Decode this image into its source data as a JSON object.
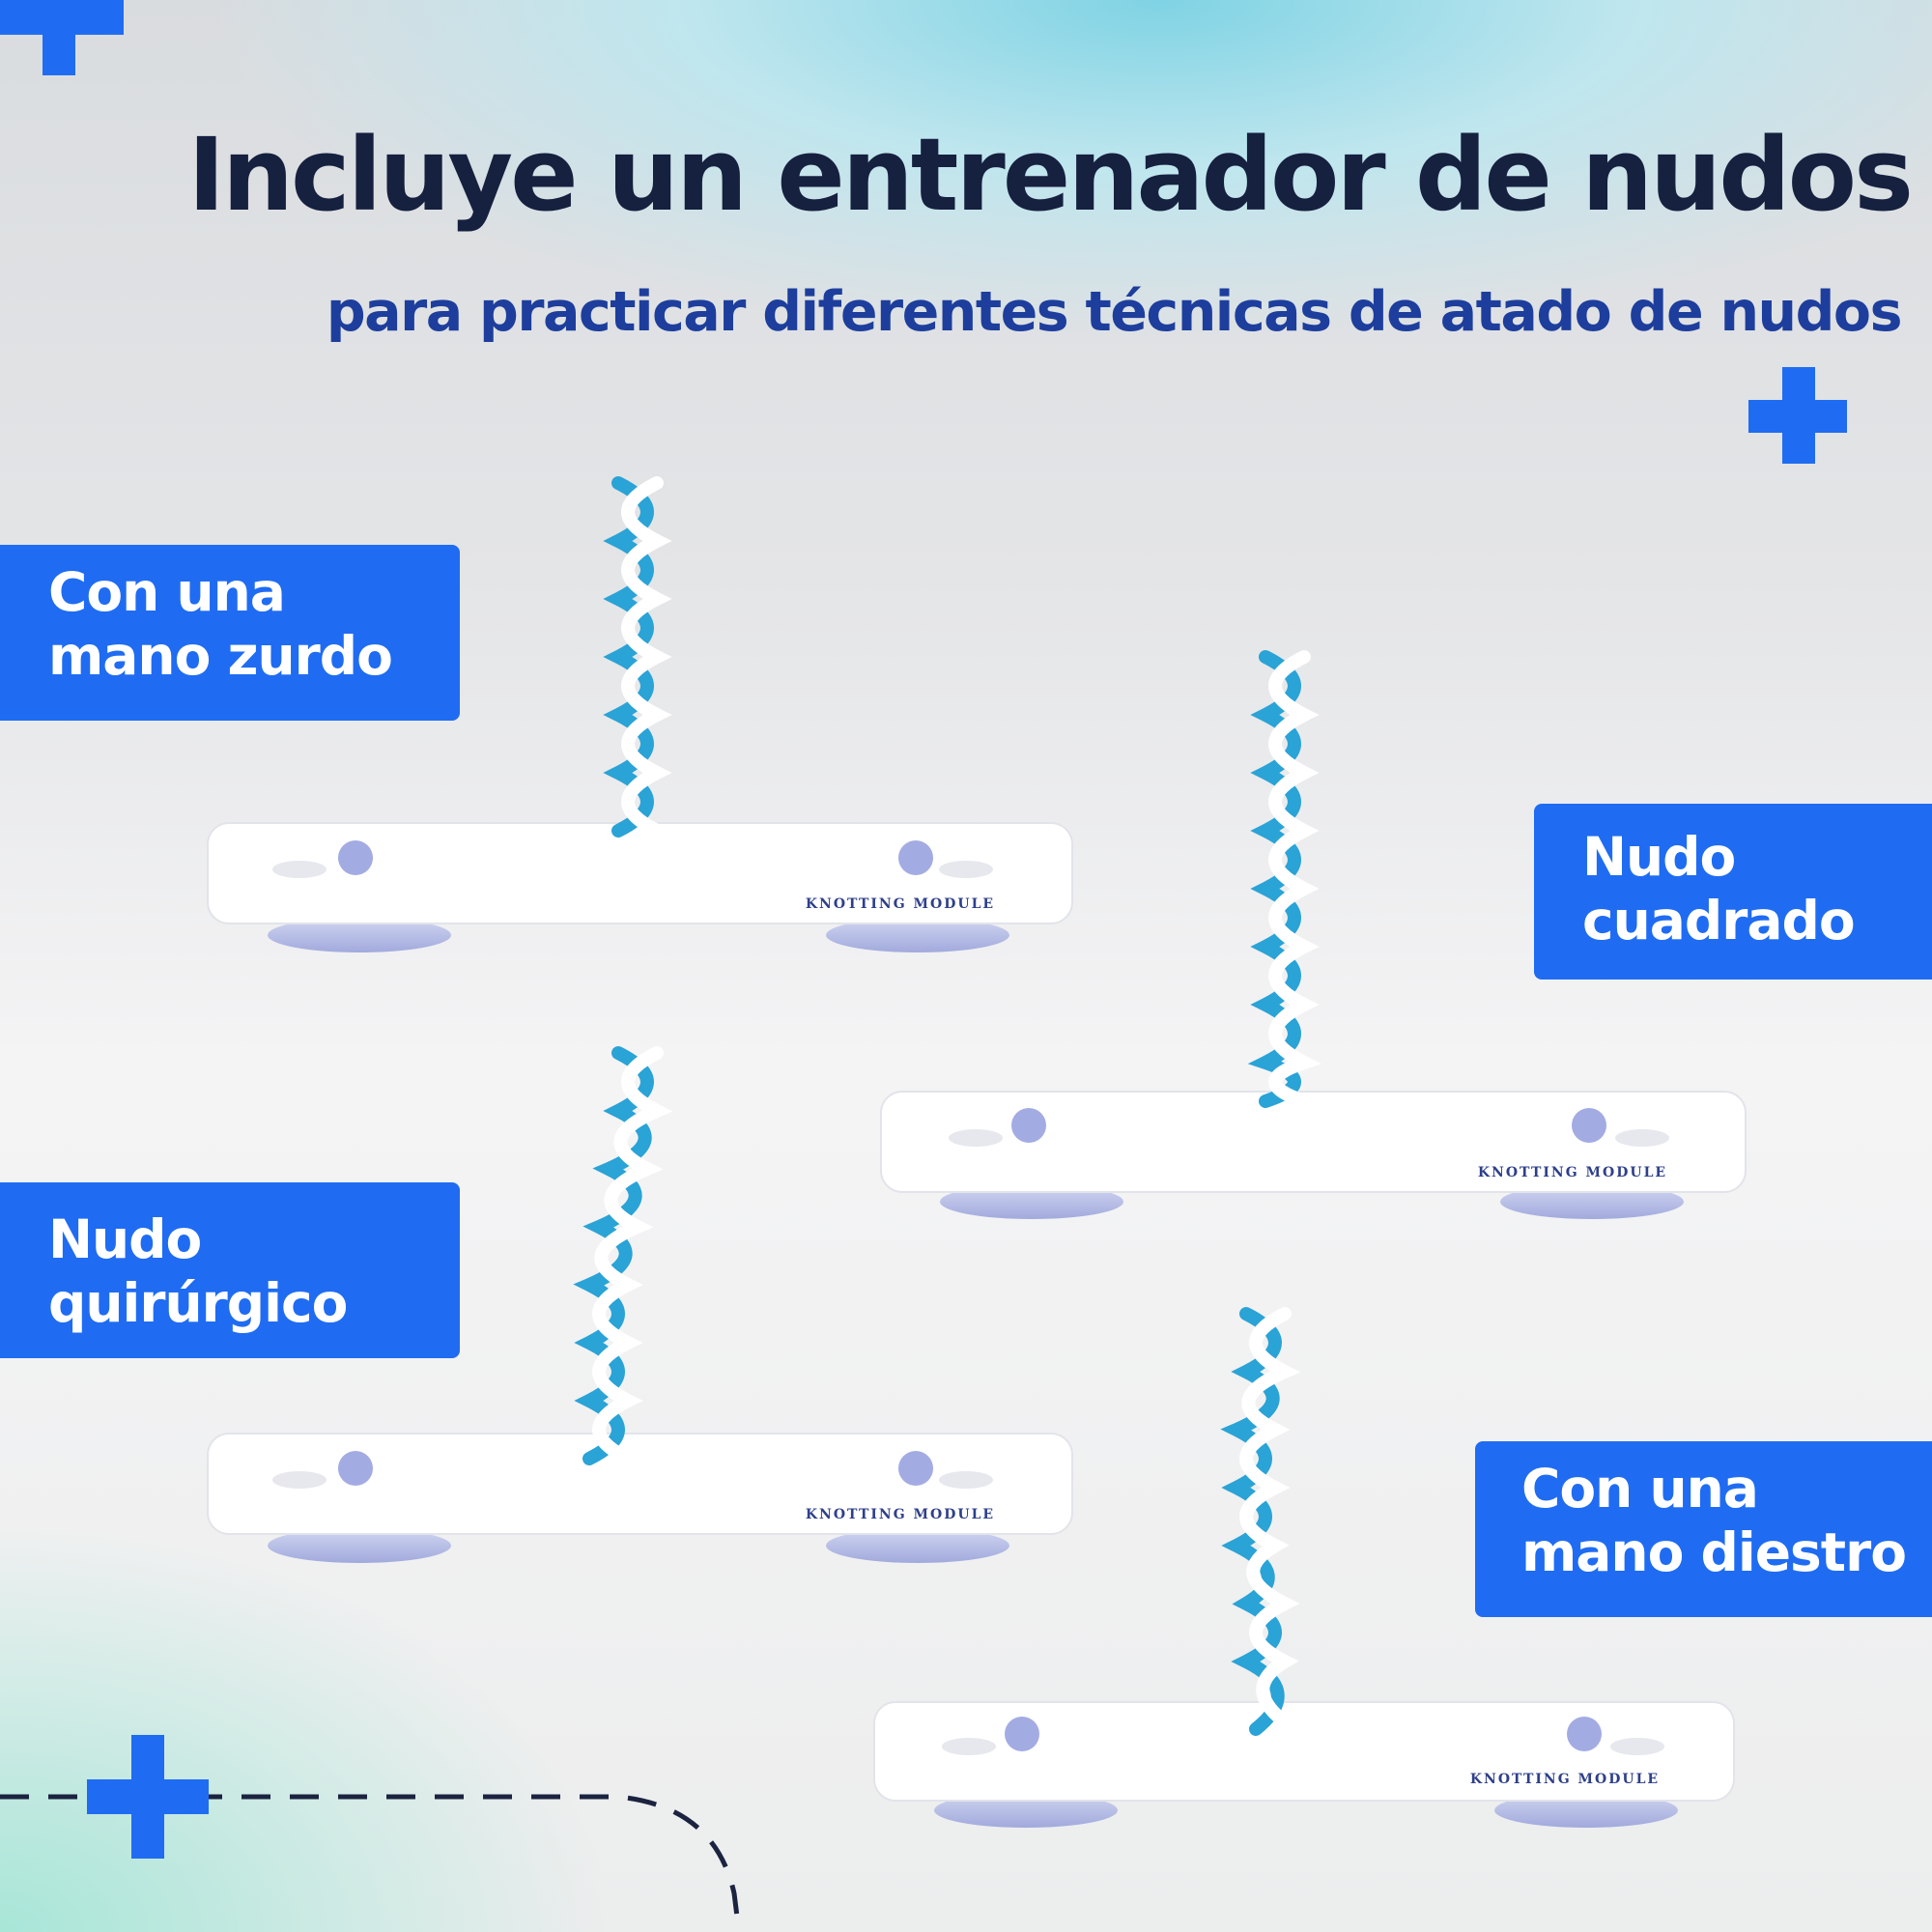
{
  "headline": "Incluye un entrenador de nudos",
  "subheadline": "para practicar diferentes técnicas de atado de nudos",
  "labels": {
    "left_hand": {
      "line1": "Con una",
      "line2": "mano zurdo"
    },
    "square_knot": {
      "line1": "Nudo",
      "line2": "cuadrado"
    },
    "surgical_knot": {
      "line1": "Nudo",
      "line2": "quirúrgico"
    },
    "right_hand": {
      "line1": "Con una",
      "line2": "mano diestro"
    }
  },
  "module_text": "KNOTTING MODULE",
  "colors": {
    "label_blue": "#1f6cf2",
    "headline_navy": "#16203f",
    "subheadline_blue": "#1d3e9c",
    "cord_blue": "#2aa3d6",
    "cord_white": "#ffffff"
  },
  "icons": [
    "plus-icon",
    "plus-icon",
    "plus-icon"
  ]
}
